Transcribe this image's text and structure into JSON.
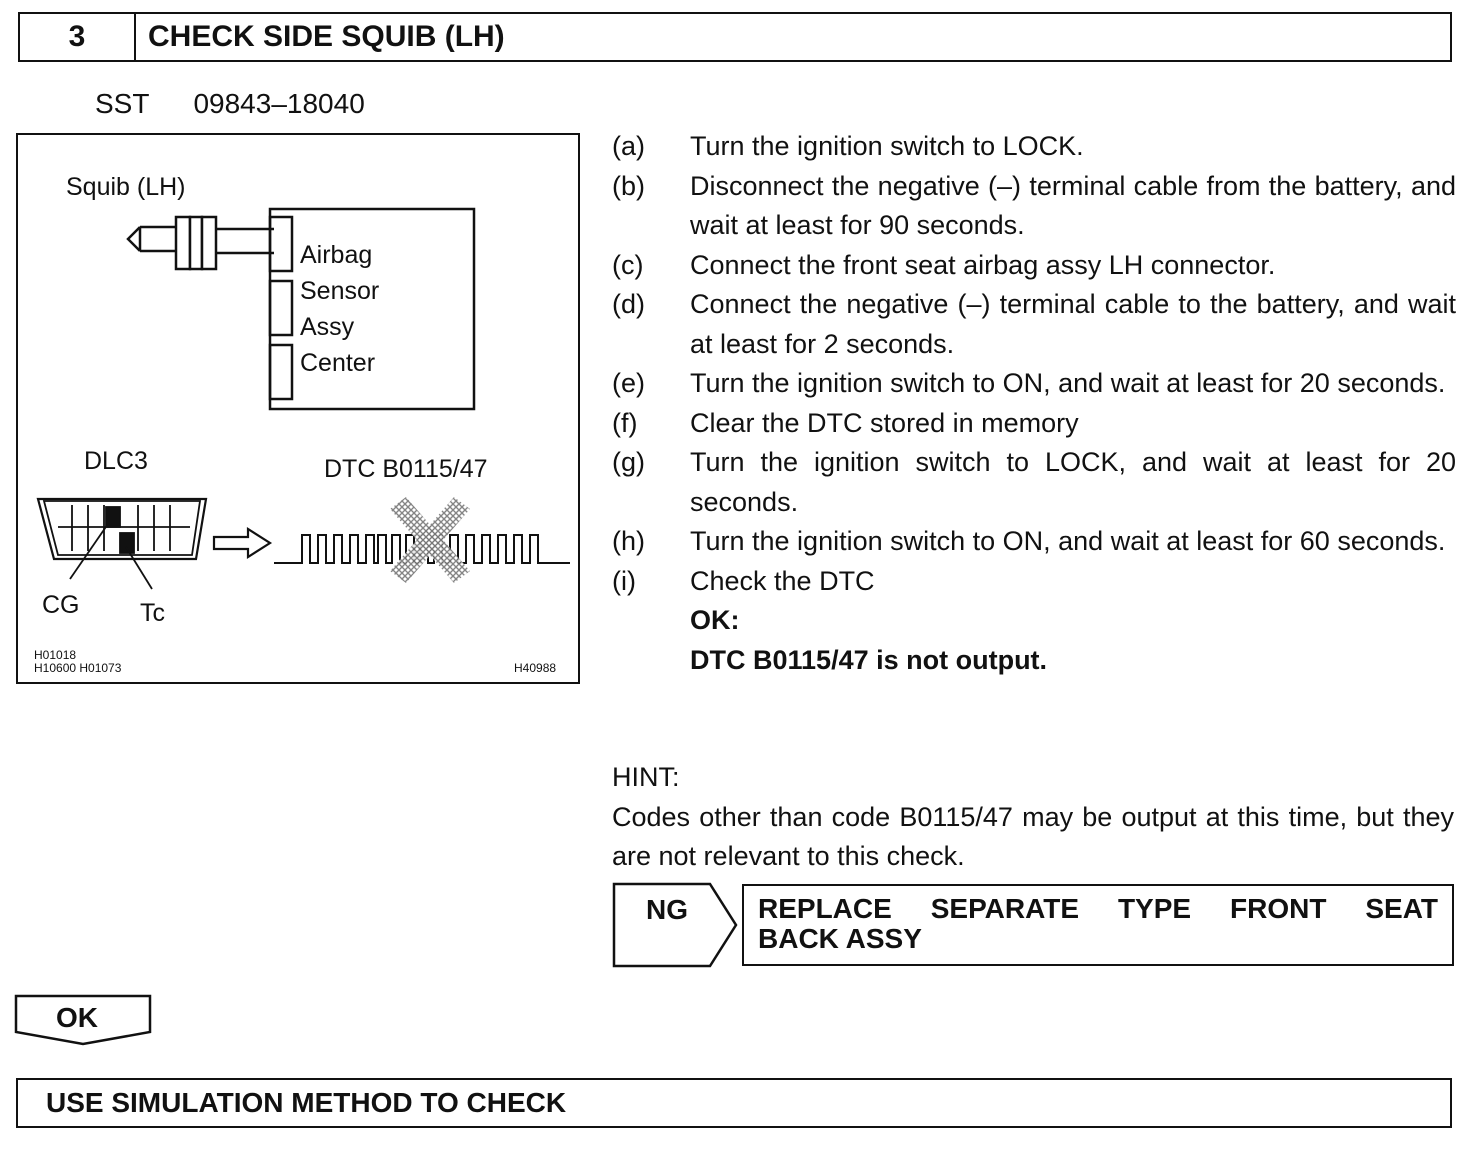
{
  "header": {
    "step_number": "3",
    "title": "CHECK SIDE SQUIB (LH)"
  },
  "sst": {
    "label": "SST",
    "number": "09843–18040"
  },
  "figure": {
    "squib_label": "Squib (LH)",
    "ecu_lines": [
      "Airbag",
      "Sensor",
      "Assy",
      "Center"
    ],
    "dlc_label": "DLC3",
    "dtc_label": "DTC B0115/47",
    "cg_label": "CG",
    "tc_label": "Tc",
    "codes_left": [
      "H01018",
      "H10600 H01073"
    ],
    "code_right": "H40988"
  },
  "steps": [
    {
      "label": "(a)",
      "text": "Turn the ignition switch to LOCK."
    },
    {
      "label": "(b)",
      "text": "Disconnect the negative (–) terminal cable from the battery, and wait at least for 90 seconds."
    },
    {
      "label": "(c)",
      "text": "Connect the front seat airbag assy LH connector."
    },
    {
      "label": "(d)",
      "text": "Connect the negative (–) terminal cable to the battery, and wait at least for 2 seconds."
    },
    {
      "label": "(e)",
      "text": "Turn the ignition switch to ON, and wait at least for 20 seconds."
    },
    {
      "label": "(f)",
      "text": "Clear the DTC stored in memory"
    },
    {
      "label": "(g)",
      "text": "Turn the ignition switch to LOCK, and wait at least for 20 seconds."
    },
    {
      "label": "(h)",
      "text": "Turn the ignition switch to ON, and wait at least for 60 seconds."
    },
    {
      "label": "(i)",
      "text": "Check the DTC"
    }
  ],
  "result": {
    "ok_label": "OK:",
    "ok_text": "DTC B0115/47 is not output."
  },
  "hint": {
    "label": "HINT:",
    "text": "Codes other than code B0115/47 may be output at this time, but they are not relevant to this check."
  },
  "ng": {
    "label": "NG",
    "action_line1": [
      "REPLACE",
      "SEPARATE",
      "TYPE",
      "FRONT",
      "SEAT"
    ],
    "action_line2": "BACK ASSY"
  },
  "ok_button": {
    "label": "OK"
  },
  "footer": {
    "text": "USE SIMULATION METHOD TO CHECK"
  }
}
